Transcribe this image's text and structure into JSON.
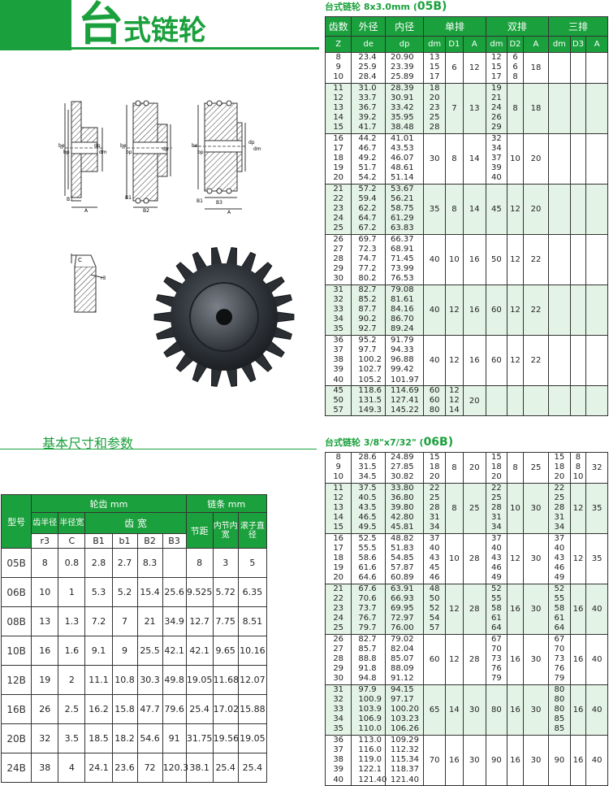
{
  "header": {
    "title_first": "台",
    "title_rest": "式链轮"
  },
  "basic_section_title": "基本尺寸和参数",
  "param_table": {
    "group_teeth": "轮齿 mm",
    "group_chain": "链条 mm",
    "col_model": "型号",
    "col_tooth_radius": "齿半径",
    "col_radius_width": "半径宽",
    "col_tooth_width": "齿 宽",
    "col_pitch": "节距",
    "col_inner_width": "内节内宽",
    "col_roller_dia": "滚子直径",
    "sub": [
      "r3",
      "C",
      "B1",
      "b1",
      "B2",
      "B3"
    ],
    "rows": [
      [
        "05B",
        "8",
        "0.8",
        "2.8",
        "2.7",
        "8.3",
        "",
        "8",
        "3",
        "5"
      ],
      [
        "06B",
        "10",
        "1",
        "5.3",
        "5.2",
        "15.4",
        "25.6",
        "9.525",
        "5.72",
        "6.35"
      ],
      [
        "08B",
        "13",
        "1.3",
        "7.2",
        "7",
        "21",
        "34.9",
        "12.7",
        "7.75",
        "8.51"
      ],
      [
        "10B",
        "16",
        "1.6",
        "9.1",
        "9",
        "25.5",
        "42.1",
        "42.1",
        "9.65",
        "10.16"
      ],
      [
        "12B",
        "19",
        "2",
        "11.1",
        "10.8",
        "30.3",
        "49.8",
        "19.05",
        "11.68",
        "12.07"
      ],
      [
        "16B",
        "26",
        "2.5",
        "16.2",
        "15.8",
        "47.7",
        "79.6",
        "25.4",
        "17.02",
        "15.88"
      ],
      [
        "20B",
        "32",
        "3.5",
        "18.5",
        "18.2",
        "54.6",
        "91",
        "31.75",
        "19.56",
        "19.05"
      ],
      [
        "24B",
        "38",
        "4",
        "24.1",
        "23.6",
        "72",
        "120.3",
        "38.1",
        "25.4",
        "25.4"
      ]
    ]
  },
  "table1": {
    "title_text": "台式链轮 8x3.0mm (",
    "title_code": "05B",
    "title_end": ")",
    "head": {
      "teeth": "齿数",
      "od": "外径",
      "id": "内径",
      "single": "单排",
      "double": "双排",
      "triple": "三排"
    },
    "sub": {
      "z": "Z",
      "de": "de",
      "dp": "dp",
      "dm": "dm",
      "d1": "D1",
      "a": "A",
      "d2": "D2",
      "d3": "D3"
    },
    "groups": [
      {
        "z": [
          "8",
          "9",
          "10"
        ],
        "de": [
          "23.4",
          "25.9",
          "28.4"
        ],
        "dp": [
          "20.90",
          "23.39",
          "25.89"
        ],
        "dm": [
          "13",
          "15",
          "17"
        ],
        "d1": "6",
        "a": "12",
        "dm2": [
          "12",
          "15",
          "17"
        ],
        "d2": [
          "6",
          "6",
          "8"
        ],
        "a2": "18",
        "dm3": "",
        "d3": "",
        "a3": ""
      },
      {
        "z": [
          "11",
          "12",
          "13",
          "14",
          "15"
        ],
        "de": [
          "31.0",
          "33.7",
          "36.7",
          "39.2",
          "41.7"
        ],
        "dp": [
          "28.39",
          "30.91",
          "33.42",
          "35.95",
          "38.48"
        ],
        "dm": [
          "18",
          "20",
          "23",
          "25",
          "28"
        ],
        "d1": "7",
        "a": "13",
        "dm2": [
          "19",
          "21",
          "24",
          "26",
          "29"
        ],
        "d2": "8",
        "a2": "18",
        "dm3": "",
        "d3": "",
        "a3": ""
      },
      {
        "z": [
          "16",
          "17",
          "18",
          "19",
          "20"
        ],
        "de": [
          "44.2",
          "46.7",
          "49.2",
          "51.7",
          "54.2"
        ],
        "dp": [
          "41.01",
          "43.53",
          "46.07",
          "48.61",
          "51.14"
        ],
        "dm": "30",
        "d1": "8",
        "a": "14",
        "dm2": [
          "32",
          "34",
          "37",
          "39",
          "40"
        ],
        "d2": "10",
        "a2": "20",
        "dm3": "",
        "d3": "",
        "a3": ""
      },
      {
        "z": [
          "21",
          "22",
          "23",
          "24",
          "25"
        ],
        "de": [
          "57.2",
          "59.4",
          "62.2",
          "64.7",
          "67.2"
        ],
        "dp": [
          "53.67",
          "56.21",
          "58.75",
          "61.29",
          "63.83"
        ],
        "dm": "35",
        "d1": "8",
        "a": "14",
        "dm2": "45",
        "d2": "12",
        "a2": "20",
        "dm3": "",
        "d3": "",
        "a3": ""
      },
      {
        "z": [
          "26",
          "27",
          "28",
          "29",
          "30"
        ],
        "de": [
          "69.7",
          "72.3",
          "74.7",
          "77.2",
          "80.2"
        ],
        "dp": [
          "66.37",
          "68.91",
          "71.45",
          "73.99",
          "76.53"
        ],
        "dm": "40",
        "d1": "10",
        "a": "16",
        "dm2": "50",
        "d2": "12",
        "a2": "22",
        "dm3": "",
        "d3": "",
        "a3": ""
      },
      {
        "z": [
          "31",
          "32",
          "33",
          "34",
          "35"
        ],
        "de": [
          "82.7",
          "85.2",
          "87.7",
          "90.2",
          "92.7"
        ],
        "dp": [
          "79.08",
          "81.61",
          "84.16",
          "86.70",
          "89.24"
        ],
        "dm": "40",
        "d1": "12",
        "a": "16",
        "dm2": "60",
        "d2": "12",
        "a2": "22",
        "dm3": "",
        "d3": "",
        "a3": ""
      },
      {
        "z": [
          "36",
          "37",
          "38",
          "39",
          "40"
        ],
        "de": [
          "95.2",
          "97.7",
          "100.2",
          "102.7",
          "105.2"
        ],
        "dp": [
          "91.79",
          "94.33",
          "96.88",
          "99.42",
          "101.97"
        ],
        "dm": "40",
        "d1": "12",
        "a": "16",
        "dm2": "60",
        "d2": "12",
        "a2": "22",
        "dm3": "",
        "d3": "",
        "a3": ""
      },
      {
        "z": [
          "45",
          "50",
          "57"
        ],
        "de": [
          "118.6",
          "131.5",
          "149.3"
        ],
        "dp": [
          "114.69",
          "127.41",
          "145.22"
        ],
        "dm": [
          "60",
          "60",
          "80"
        ],
        "d1": [
          "12",
          "12",
          "14"
        ],
        "a": "20",
        "dm2": "",
        "d2": "",
        "a2": "",
        "dm3": "",
        "d3": "",
        "a3": ""
      }
    ]
  },
  "table2": {
    "title_text": "台式链轮 3/8\"x7/32\" (",
    "title_code": "06B",
    "title_end": ")",
    "groups": [
      {
        "z": [
          "8",
          "9",
          "10"
        ],
        "de": [
          "28.6",
          "31.5",
          "34.5"
        ],
        "dp": [
          "24.89",
          "27.85",
          "30.82"
        ],
        "dm": [
          "15",
          "18",
          "20"
        ],
        "d1": "8",
        "a": "20",
        "dm2": [
          "15",
          "18",
          "20"
        ],
        "d2": "8",
        "a2": "25",
        "dm3": [
          "15",
          "18",
          "20"
        ],
        "d3": [
          "8",
          "8",
          "10"
        ],
        "a3": "32"
      },
      {
        "z": [
          "11",
          "12",
          "13",
          "14",
          "15"
        ],
        "de": [
          "37.5",
          "40.5",
          "43.5",
          "46.5",
          "49.5"
        ],
        "dp": [
          "33.80",
          "36.80",
          "39.80",
          "42.80",
          "45.81"
        ],
        "dm": [
          "22",
          "25",
          "28",
          "31",
          "34"
        ],
        "d1": "8",
        "a": "25",
        "dm2": [
          "22",
          "25",
          "28",
          "31",
          "34"
        ],
        "d2": "10",
        "a2": "30",
        "dm3": [
          "22",
          "25",
          "28",
          "31",
          "34"
        ],
        "d3": "12",
        "a3": "35"
      },
      {
        "z": [
          "16",
          "17",
          "18",
          "19",
          "20"
        ],
        "de": [
          "52.5",
          "55.5",
          "58.6",
          "61.6",
          "64.6"
        ],
        "dp": [
          "48.82",
          "51.83",
          "54.85",
          "57.87",
          "60.89"
        ],
        "dm": [
          "37",
          "40",
          "43",
          "45",
          "46"
        ],
        "d1": "10",
        "a": "28",
        "dm2": [
          "37",
          "40",
          "43",
          "46",
          "49"
        ],
        "d2": "12",
        "a2": "30",
        "dm3": [
          "37",
          "40",
          "43",
          "46",
          "49"
        ],
        "d3": "12",
        "a3": "35"
      },
      {
        "z": [
          "21",
          "22",
          "23",
          "24",
          "25"
        ],
        "de": [
          "67.6",
          "70.6",
          "73.7",
          "76.7",
          "79.7"
        ],
        "dp": [
          "63.91",
          "66.93",
          "69.95",
          "72.97",
          "76.00"
        ],
        "dm": [
          "48",
          "50",
          "52",
          "54",
          "57"
        ],
        "d1": "12",
        "a": "28",
        "dm2": [
          "52",
          "55",
          "58",
          "61",
          "64"
        ],
        "d2": "16",
        "a2": "30",
        "dm3": [
          "52",
          "55",
          "58",
          "61",
          "64"
        ],
        "d3": "16",
        "a3": "40"
      },
      {
        "z": [
          "26",
          "27",
          "28",
          "29",
          "30"
        ],
        "de": [
          "82.7",
          "85.7",
          "88.8",
          "91.8",
          "94.8"
        ],
        "dp": [
          "79.02",
          "82.04",
          "85.07",
          "88.09",
          "91.12"
        ],
        "dm": "60",
        "d1": "12",
        "a": "28",
        "dm2": [
          "67",
          "70",
          "73",
          "76",
          "79"
        ],
        "d2": "16",
        "a2": "30",
        "dm3": [
          "67",
          "70",
          "73",
          "76",
          "79"
        ],
        "d3": "16",
        "a3": "40"
      },
      {
        "z": [
          "31",
          "32",
          "33",
          "34",
          "35"
        ],
        "de": [
          "97.9",
          "100.9",
          "103.9",
          "106.9",
          "110.0"
        ],
        "dp": [
          "94.15",
          "97.17",
          "100.20",
          "103.23",
          "106.26"
        ],
        "dm": "65",
        "d1": "14",
        "a": "30",
        "dm2": "80",
        "d2": "16",
        "a2": "30",
        "dm3": [
          "80",
          "80",
          "80",
          "85",
          "85"
        ],
        "d3": "16",
        "a3": "40"
      },
      {
        "z": [
          "36",
          "37",
          "38",
          "39",
          "40"
        ],
        "de": [
          "113.0",
          "116.0",
          "119.0",
          "122.1",
          "121.40"
        ],
        "dp": [
          "109.29",
          "112.32",
          "115.34",
          "118.37",
          "121.40"
        ],
        "dm": "70",
        "d1": "16",
        "a": "30",
        "dm2": "90",
        "d2": "16",
        "a2": "30",
        "dm3": "90",
        "d3": "16",
        "a3": "40"
      }
    ]
  },
  "drawing_labels": {
    "b1": "B1",
    "b2": "B2",
    "b3": "B3",
    "a": "A",
    "be": "be",
    "bp": "bp",
    "dp": "dp",
    "dm": "dm",
    "c": "C",
    "r3": "r3"
  }
}
